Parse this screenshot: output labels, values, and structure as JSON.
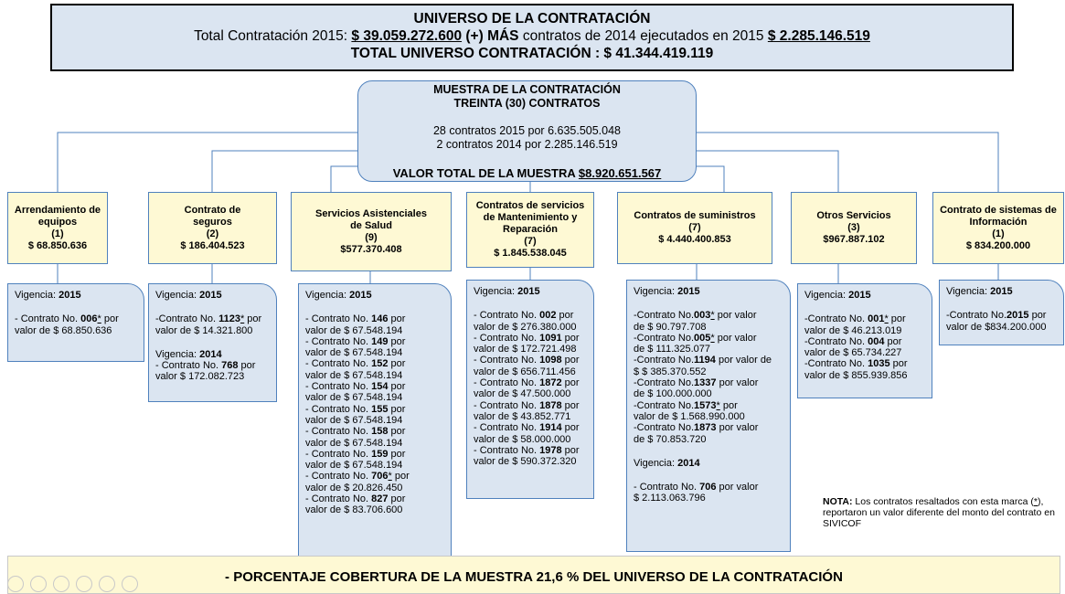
{
  "header": {
    "title": "UNIVERSO DE LA CONTRATACIÓN",
    "line2_a": "Total Contratación 2015:",
    "line2_amount1": "$ 39.059.272.600",
    "line2_plus": "(+) MÁS",
    "line2_b": "contratos de 2014 ejecutados en 2015",
    "line2_amount2": "$ 2.285.146.519",
    "total": "TOTAL UNIVERSO CONTRATACIÓN : $ 41.344.419.119"
  },
  "sample": {
    "title1": "MUESTRA DE LA CONTRATACIÓN",
    "title2": "TREINTA (30) CONTRATOS",
    "line1": "28 contratos 2015 por  6.635.505.048",
    "line2": "2 contratos 2014 por   2.285.146.519",
    "total_label": "VALOR TOTAL DE LA MUESTRA ",
    "total_value": "$8.920.651.567"
  },
  "categories": [
    {
      "name": "Arrendamiento de equipos",
      "count": "(1)",
      "value": "$ 68.850.636"
    },
    {
      "name": "Contrato de seguros",
      "count": "(2)",
      "value": "$ 186.404.523"
    },
    {
      "name": "Servicios Asistenciales de Salud",
      "count": "(9)",
      "value": "$577.370.408"
    },
    {
      "name": "Contratos de servicios de Mantenimiento y Reparación",
      "count": "(7)",
      "value": "$ 1.845.538.045"
    },
    {
      "name": "Contratos de suministros",
      "count": "(7)",
      "value": "$ 4.440.400.853"
    },
    {
      "name": "Otros Servicios",
      "count": "(3)",
      "value": "$967.887.102"
    },
    {
      "name": "Contrato de sistemas de Información",
      "count": "(1)",
      "value": "$ 834.200.000"
    }
  ],
  "details": {
    "vig_label": "Vigencia: ",
    "y2015": "2015",
    "y2014": "2014",
    "arrend": {
      "prefix": "- Contrato No. ",
      "num": "006",
      "mark": "*",
      "suffix": " por valor de $ 68.850.636"
    },
    "seguros": [
      {
        "prefix": "-Contrato No. ",
        "num": "1123",
        "mark": "*",
        "suffix": " por valor de $ 14.321.800"
      },
      {
        "prefix": "- Contrato No. ",
        "num": "768",
        "suffix": " por valor $ 172.082.723"
      }
    ],
    "salud": [
      {
        "num": "146",
        "val": "valor de $ 67.548.194"
      },
      {
        "num": "149",
        "val": "valor de $ 67.548.194"
      },
      {
        "num": "152",
        "val": "valor de $ 67.548.194"
      },
      {
        "num": "154",
        "val": "valor de $ 67.548.194"
      },
      {
        "num": "155",
        "val": "valor de $ 67.548.194"
      },
      {
        "num": "158",
        "val": "valor de $ 67.548.194"
      },
      {
        "num": "159",
        "val": "valor de $ 67.548.194"
      },
      {
        "num": "706",
        "mark": "*",
        "val": "valor de $ 20.826.450"
      },
      {
        "num": "827",
        "val": "valor de $ 83.706.600"
      }
    ],
    "mant": [
      {
        "num": "002",
        "val": "valor de $ 276.380.000"
      },
      {
        "num": "1091",
        "val": "valor de $ 172.721.498"
      },
      {
        "num": "1098",
        "val": "valor de $ 656.711.456"
      },
      {
        "num": "1872",
        "val": "valor de $ 47.500.000"
      },
      {
        "num": "1878",
        "val": "valor de $ 43.852.771"
      },
      {
        "num": "1914",
        "val": "valor de $ 58.000.000"
      },
      {
        "num": "1978",
        "val": "valor de $ 590.372.320"
      }
    ],
    "sumi": [
      {
        "num": "003",
        "mark": "*",
        "post": " por valor",
        "val": "de  $ 90.797.708"
      },
      {
        "num": "005",
        "mark": "*",
        "post": " por valor",
        "val": "de  $ 111.325.077"
      },
      {
        "num": "1194",
        "mark": "",
        "post": " por valor de",
        "val": " $ $ 385.370.552"
      },
      {
        "num": "1337",
        "mark": "",
        "post": " por valor",
        "val": "de  $ 100.000.000"
      },
      {
        "num": "1573",
        "mark": "*",
        "post": " por",
        "val": "valor de  $ 1.568.990.000"
      },
      {
        "num": "1873",
        "mark": "",
        "post": " por valor",
        "val": "de  $ 70.853.720"
      }
    ],
    "sumi2014": {
      "prefix": "- Contrato No. ",
      "num": "706",
      "suffix": " por valor",
      "val": "$ 2.113.063.796"
    },
    "otros": [
      {
        "num": "001",
        "mark": "*",
        "post": " por",
        "val": "valor de $ 46.213.019"
      },
      {
        "num": "004",
        "mark": "",
        "post": " por",
        "val": "valor de $ 65.734.227"
      },
      {
        "num": "1035",
        "mark": "",
        "post": " por",
        "val": "valor de $ 855.939.856"
      }
    ],
    "sistemas": {
      "prefix": "-Contrato No.",
      "num": "2015",
      "post": " por",
      "val": "valor de  $834.200.000"
    }
  },
  "note": {
    "label": "NOTA:",
    "text": " Los contratos resaltados con esta marca (",
    "mark": "*",
    "text2": "), reportaron un valor diferente del monto del contrato en SIVICOF"
  },
  "footer": "- PORCENTAJE COBERTURA DE LA MUESTRA  21,6 % DEL UNIVERSO DE LA CONTRATACIÓN",
  "colors": {
    "blue_fill": "#dbe5f1",
    "yellow_fill": "#fef9d4",
    "line": "#4f81bd"
  }
}
